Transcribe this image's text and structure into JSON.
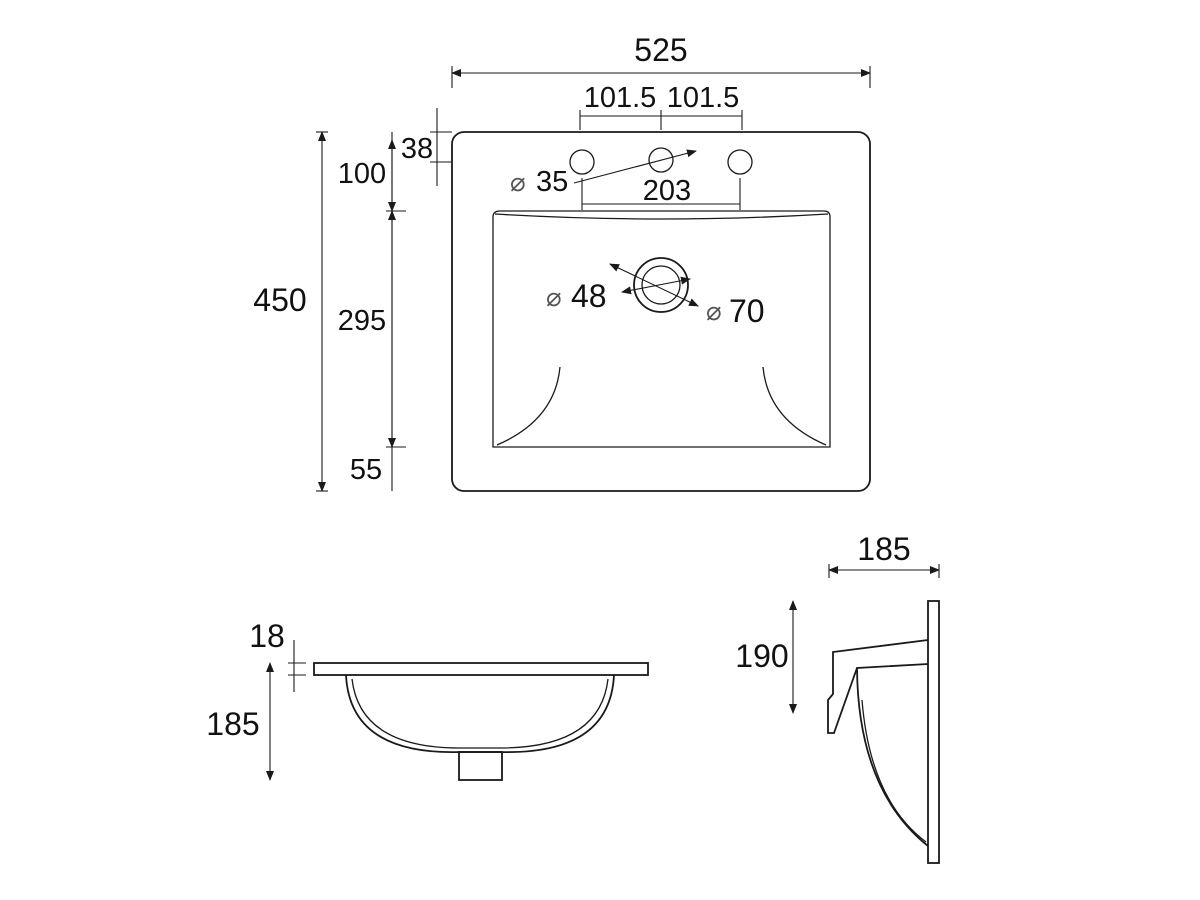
{
  "top_view": {
    "width_overall": "525",
    "tap_spacing_left": "101.5",
    "tap_spacing_right": "101.5",
    "tap_edge_offset": "38",
    "tap_hole_diameter": "35",
    "tap_holes_span": "203",
    "depth_overall": "450",
    "back_ledge": "100",
    "bowl_length": "295",
    "front_ledge": "55",
    "waste_inner_diameter": "48",
    "waste_outer_diameter": "70"
  },
  "front_view": {
    "rim_thickness": "18",
    "bowl_depth": "185"
  },
  "side_view": {
    "projection": "185",
    "height": "190"
  },
  "symbols": {
    "diameter": "⌀"
  }
}
